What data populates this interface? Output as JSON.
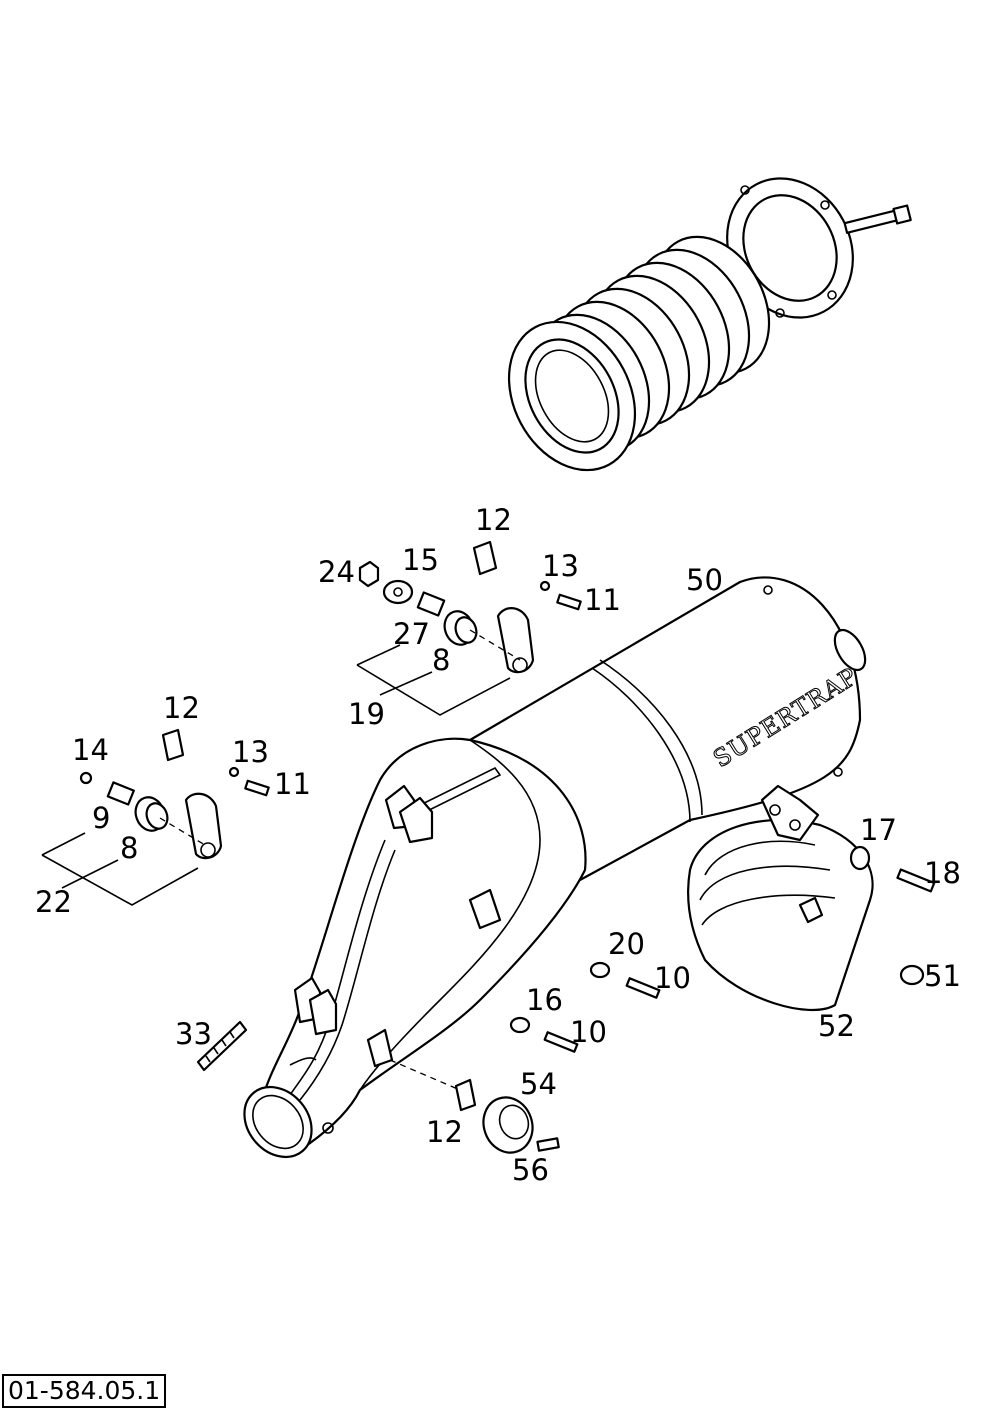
{
  "document_code": "01-584.05.1",
  "brand_text": "SUPERTRAP",
  "part_labels": [
    "12",
    "24",
    "15",
    "13",
    "11",
    "50",
    "27",
    "8",
    "19",
    "12",
    "14",
    "13",
    "11",
    "9",
    "8",
    "22",
    "17",
    "18",
    "20",
    "10",
    "51",
    "16",
    "10",
    "52",
    "33",
    "54",
    "12",
    "56"
  ]
}
